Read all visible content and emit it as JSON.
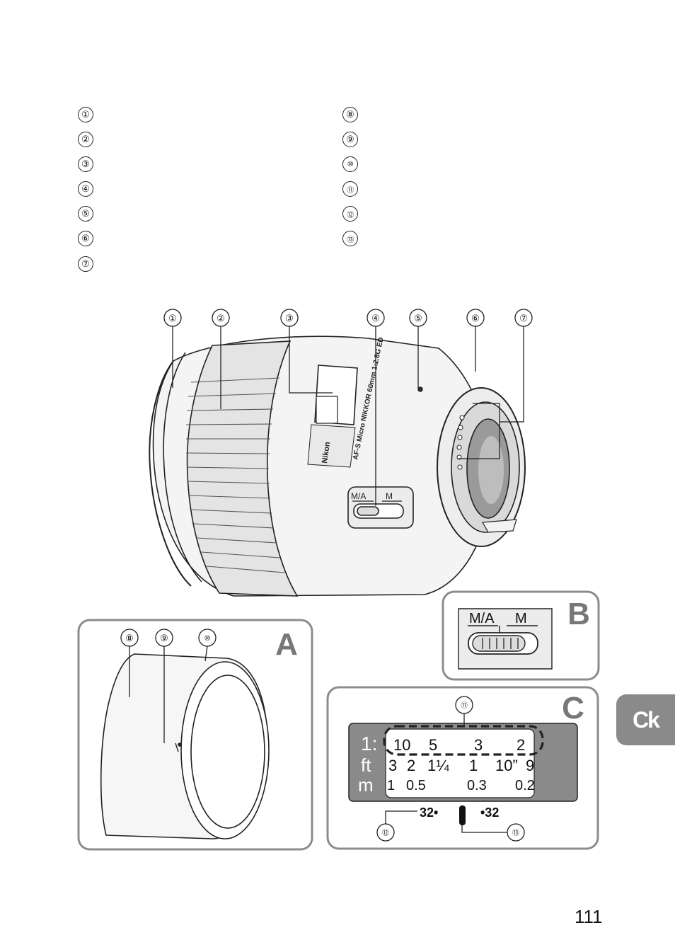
{
  "legend": {
    "left_column": [
      "①",
      "②",
      "③",
      "④",
      "⑤",
      "⑥",
      "⑦"
    ],
    "right_column": [
      "⑧",
      "⑨",
      "⑩",
      "⑪",
      "⑫",
      "⑬"
    ]
  },
  "lens_callouts": [
    "①",
    "②",
    "③",
    "④",
    "⑤",
    "⑥",
    "⑦"
  ],
  "lens_markings": {
    "brand": "Nikon",
    "model": "AF-S Micro NIKKOR 60mm 1:2.8G ED",
    "switch_ma": "M/A",
    "switch_m": "M"
  },
  "panel_a": {
    "letter": "A",
    "callouts": [
      "⑧",
      "⑨",
      "⑩"
    ]
  },
  "panel_b": {
    "letter": "B",
    "switch_ma": "M/A",
    "switch_m": "M"
  },
  "panel_c": {
    "letter": "C",
    "callouts": {
      "top": "⑪",
      "left": "⑫",
      "right": "⑬"
    },
    "scale_labels": [
      "1:",
      "ft",
      "m"
    ],
    "ratio_row": [
      "10",
      "5",
      "3",
      "2"
    ],
    "feet_row": [
      "3",
      "2",
      "1¼",
      "1",
      "10”",
      "9"
    ],
    "meter_row": [
      "1",
      "0.5",
      "0.3",
      "0.2"
    ],
    "aperture_left": "32•",
    "aperture_right": "•32"
  },
  "thumb_tab": "Ck",
  "page_number": "111",
  "colors": {
    "panel_border": "#8c8c8c",
    "scale_bg": "#8a8a8a",
    "tab_bg": "#8a8a8a"
  }
}
